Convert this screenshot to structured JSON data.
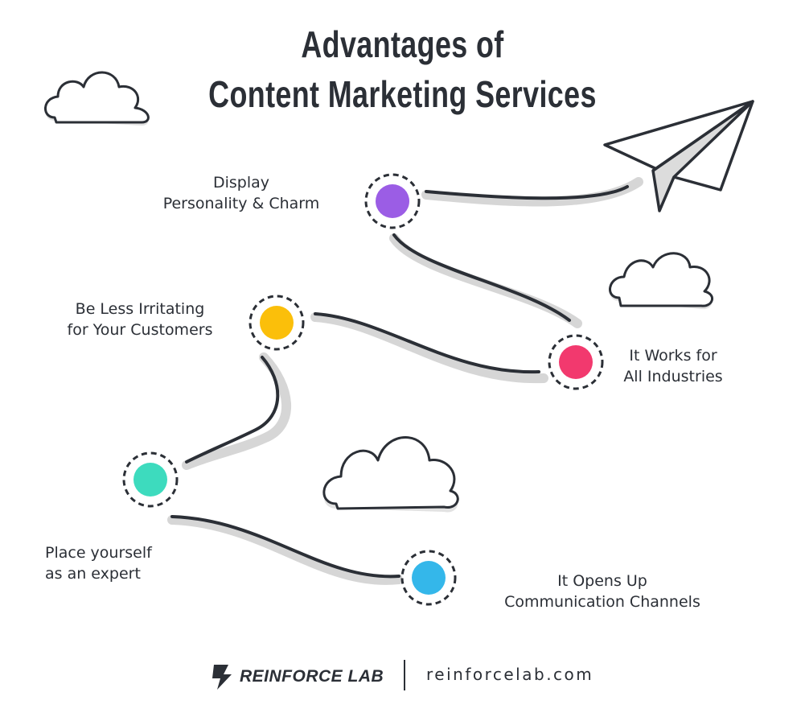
{
  "title": {
    "line1": "Advantages of",
    "line2": "Content Marketing Services"
  },
  "steps": [
    {
      "line1": "Display",
      "line2": "Personality & Charm",
      "color": "#9b5de5"
    },
    {
      "line1": "It Works for",
      "line2": "All Industries",
      "color": "#f2396e"
    },
    {
      "line1": "Be Less Irritating",
      "line2": "for Your Customers",
      "color": "#fbbf0a"
    },
    {
      "line1": "Place yourself",
      "line2": "as an expert",
      "color": "#3ddbbe"
    },
    {
      "line1": "It Opens Up",
      "line2": "Communication Channels",
      "color": "#34b7ea"
    }
  ],
  "footer": {
    "brand": "REINFORCE LAB",
    "url": "reinforcelab.com"
  },
  "icons": [
    "paper-plane-icon",
    "cloud-icon",
    "reinforce-lab-logo-icon"
  ]
}
